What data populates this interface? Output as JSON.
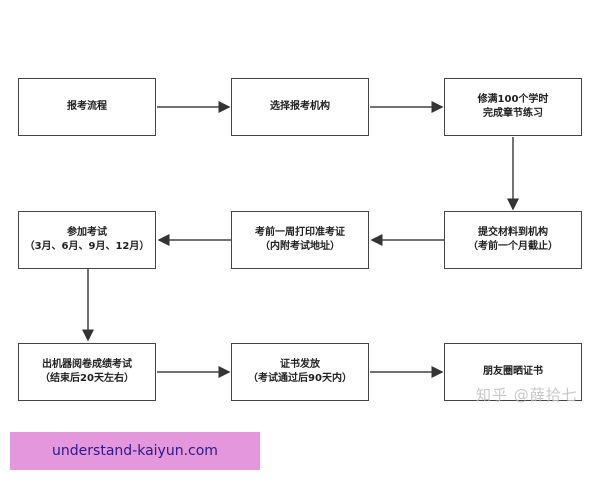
{
  "nodes": [
    {
      "lines": [
        "报考流程"
      ]
    },
    {
      "lines": [
        "选择报考机构"
      ]
    },
    {
      "lines": [
        "修满100个学时",
        "完成章节练习"
      ]
    },
    {
      "lines": [
        "提交材料到机构",
        "（考前一个月截止）"
      ]
    },
    {
      "lines": [
        "考前一周打印准考证",
        "（内附考试地址）"
      ]
    },
    {
      "lines": [
        "参加考试",
        "（3月、6月、9月、12月）"
      ]
    },
    {
      "lines": [
        "出机器阅卷成绩考试",
        "（结束后20天左右）"
      ]
    },
    {
      "lines": [
        "证书发放",
        "（考试通过后90天内）"
      ]
    },
    {
      "lines": [
        "朋友圈晒证书"
      ]
    }
  ],
  "watermark": "知乎 @薛拾七",
  "banner": {
    "text": "understand-kaiyun.com",
    "background": "#e497dc"
  },
  "colors": {
    "stroke": "#444444"
  }
}
